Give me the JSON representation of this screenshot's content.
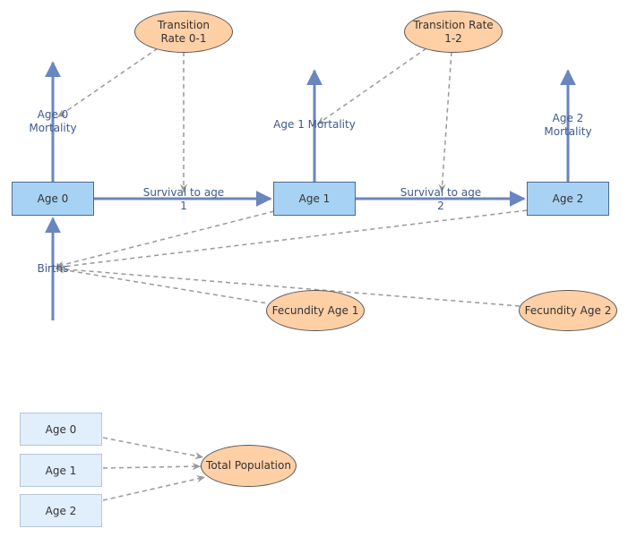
{
  "stocks": {
    "age0": "Age 0",
    "age1": "Age 1",
    "age2": "Age 2"
  },
  "flows": {
    "age0_mortality": "Age 0 Mortality",
    "age1_mortality": "Age 1 Mortality",
    "age2_mortality": "Age 2 Mortality",
    "survival_0_1": "Survival to age 1",
    "survival_1_2": "Survival to age 2",
    "births": "Births"
  },
  "variables": {
    "transition_rate_0_1": "Transition Rate 0-1",
    "transition_rate_1_2": "Transition Rate 1-2",
    "fecundity_age1": "Fecundity Age 1",
    "fecundity_age2": "Fecundity Age 2",
    "total_population": "Total Population"
  },
  "ghosts": {
    "age0": "Age 0",
    "age1": "Age 1",
    "age2": "Age 2"
  },
  "colors": {
    "flow": "#6a86bf",
    "stock_fill": "#a8d2f4",
    "stock_border": "#4c6a96",
    "variable_fill": "#ffcfa6",
    "ghost_fill": "#e1eefb",
    "link": "#9a9a9a",
    "label_text": "#3f5a8e"
  }
}
